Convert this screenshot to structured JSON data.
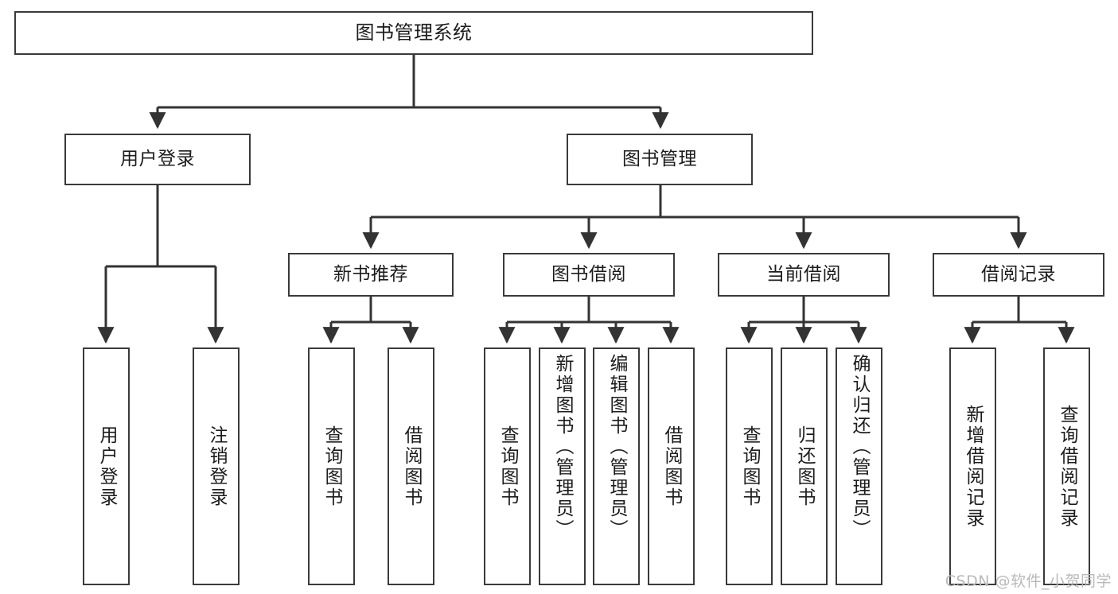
{
  "diagram": {
    "title": "图书管理系统",
    "watermark": "CSDN @软件_小贺同学",
    "colors": {
      "background": "#ffffff",
      "box_border": "#3a3a3a",
      "text": "#1c1c1c",
      "connector": "#333333",
      "watermark": "#b9b9b9"
    },
    "levels": {
      "root_label": "图书管理系统",
      "level2": [
        "用户登录",
        "图书管理"
      ],
      "level3": [
        "新书推荐",
        "图书借阅",
        "当前借阅",
        "借阅记录"
      ]
    },
    "nodes": {
      "root": {
        "label": "图书管理系统"
      },
      "user_login": {
        "label": "用户登录"
      },
      "book_manage": {
        "label": "图书管理"
      },
      "new_book_rec": {
        "label": "新书推荐"
      },
      "book_borrow": {
        "label": "图书借阅"
      },
      "current_borrow": {
        "label": "当前借阅"
      },
      "borrow_record": {
        "label": "借阅记录"
      }
    },
    "leaves": {
      "user_login": [
        {
          "label": "用户登录"
        },
        {
          "label": "注销登录"
        }
      ],
      "new_book_rec": [
        {
          "label": "查询图书"
        },
        {
          "label": "借阅图书"
        }
      ],
      "book_borrow": [
        {
          "label": "查询图书"
        },
        {
          "label": "新增图书（管理员）"
        },
        {
          "label": "编辑图书（管理员）"
        },
        {
          "label": "借阅图书"
        }
      ],
      "current_borrow": [
        {
          "label": "查询图书"
        },
        {
          "label": "归还图书"
        },
        {
          "label": "确认归还（管理员）"
        }
      ],
      "borrow_record": [
        {
          "label": "新增借阅记录"
        },
        {
          "label": "查询借阅记录"
        }
      ]
    }
  }
}
